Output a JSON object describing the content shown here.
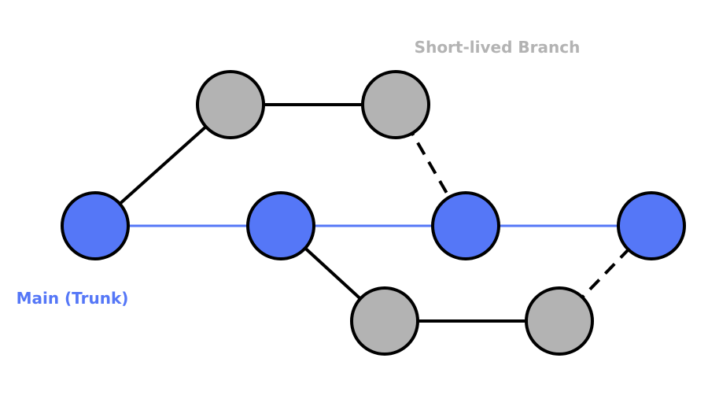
{
  "labels": {
    "branch": "Short-lived Branch",
    "main": "Main (Trunk)"
  },
  "colors": {
    "trunk_fill": "#5577F7",
    "trunk_line": "#5577F7",
    "branch_fill": "#B3B3B3",
    "branch_line": "#000000",
    "node_stroke": "#000000",
    "branch_label": "#B3B3B3",
    "main_label": "#5577F7"
  },
  "nodes": [
    {
      "id": "m1",
      "kind": "trunk"
    },
    {
      "id": "m2",
      "kind": "trunk"
    },
    {
      "id": "m3",
      "kind": "trunk"
    },
    {
      "id": "m4",
      "kind": "trunk"
    },
    {
      "id": "b1",
      "kind": "branch"
    },
    {
      "id": "b2",
      "kind": "branch"
    },
    {
      "id": "b3",
      "kind": "branch"
    },
    {
      "id": "b4",
      "kind": "branch"
    }
  ],
  "edges": [
    {
      "from": "m1",
      "to": "m2",
      "style": "trunk"
    },
    {
      "from": "m2",
      "to": "m3",
      "style": "trunk"
    },
    {
      "from": "m3",
      "to": "m4",
      "style": "trunk"
    },
    {
      "from": "m1",
      "to": "b1",
      "style": "solid"
    },
    {
      "from": "b1",
      "to": "b2",
      "style": "solid"
    },
    {
      "from": "b2",
      "to": "m3",
      "style": "dashed"
    },
    {
      "from": "m2",
      "to": "b3",
      "style": "solid"
    },
    {
      "from": "b3",
      "to": "b4",
      "style": "solid"
    },
    {
      "from": "b4",
      "to": "m4",
      "style": "dashed"
    }
  ]
}
